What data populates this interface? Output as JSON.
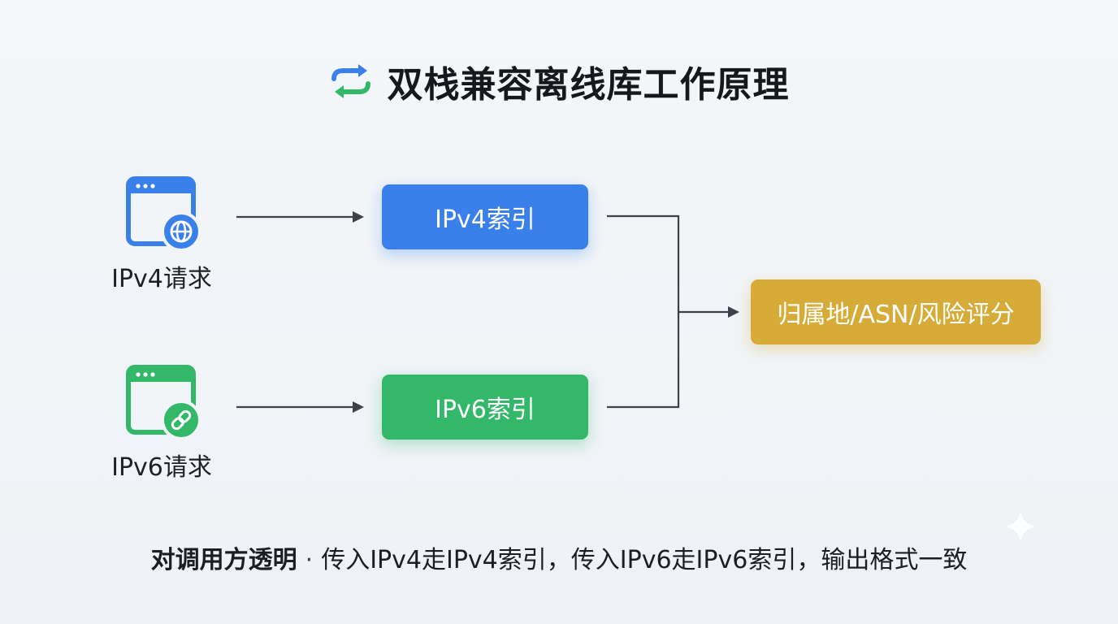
{
  "title": "双栈兼容离线库工作原理",
  "clients": {
    "ipv4_label": "IPv4请求",
    "ipv6_label": "IPv6请求"
  },
  "indexes": {
    "ipv4": "IPv4索引",
    "ipv6": "IPv6索引"
  },
  "output": "归属地/ASN/风险评分",
  "footer": {
    "lead": "对调用方透明",
    "separator": "·",
    "detail": "传入IPv4走IPv4索引，传入IPv6走IPv6索引，输出格式一致"
  },
  "colors": {
    "ipv4": "#3a80ea",
    "ipv6": "#33b86a",
    "output": "#d7ab38"
  },
  "icons": {
    "title": "sync-arrows-icon",
    "ipv4_client": "browser-globe-icon",
    "ipv6_client": "browser-link-icon"
  }
}
